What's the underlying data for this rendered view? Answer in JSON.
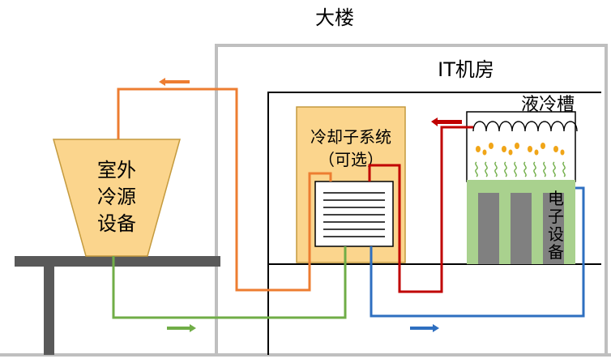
{
  "building_label": "大楼",
  "it_room_label": "IT机房",
  "immersion_tank_label": "液冷槽",
  "cdu_label_line1": "冷却子系统",
  "cdu_label_line2": "（可选）",
  "outdoor_unit_label_lines": [
    "室外",
    "冷源",
    "设备"
  ],
  "electronics_label_chars": [
    "电",
    "子",
    "设",
    "备"
  ],
  "colors": {
    "building_wall": "#bfbfbf",
    "it_room_wall": "#000000",
    "platform": "#595959",
    "unit_fill": "#fbd58d",
    "unit_stroke": "#c49a3e",
    "orange_loop": "#ed7d31",
    "green_loop": "#70ad47",
    "red_loop": "#c00000",
    "blue_loop": "#2e6fc0",
    "server_fill": "#808080",
    "server_board": "#a9d18e",
    "bubbles": "#f0a518",
    "vapor": "#70ad47"
  }
}
